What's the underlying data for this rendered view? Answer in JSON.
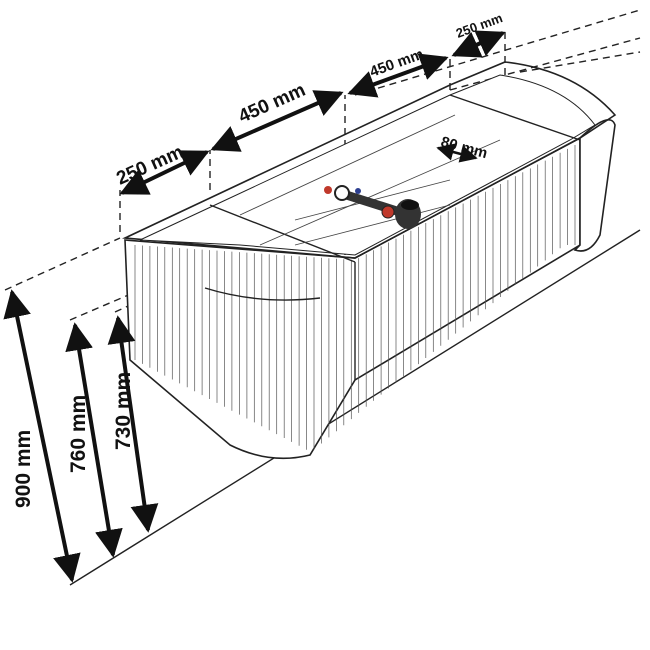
{
  "dimensions": {
    "top_width_left": "250 mm",
    "top_width_mid": "450 mm",
    "top_width_right": "450 mm",
    "top_width_end": "250 mm",
    "inner_offset": "80 mm",
    "height_total": "900 mm",
    "height_mid": "760 mm",
    "height_inner": "730 mm"
  },
  "colors": {
    "line": "#222222",
    "hatch": "#555555",
    "fill": "#ffffff",
    "valve_hot": "#c0392b",
    "valve_cold": "#2c3e8f",
    "drain": "#333333"
  }
}
